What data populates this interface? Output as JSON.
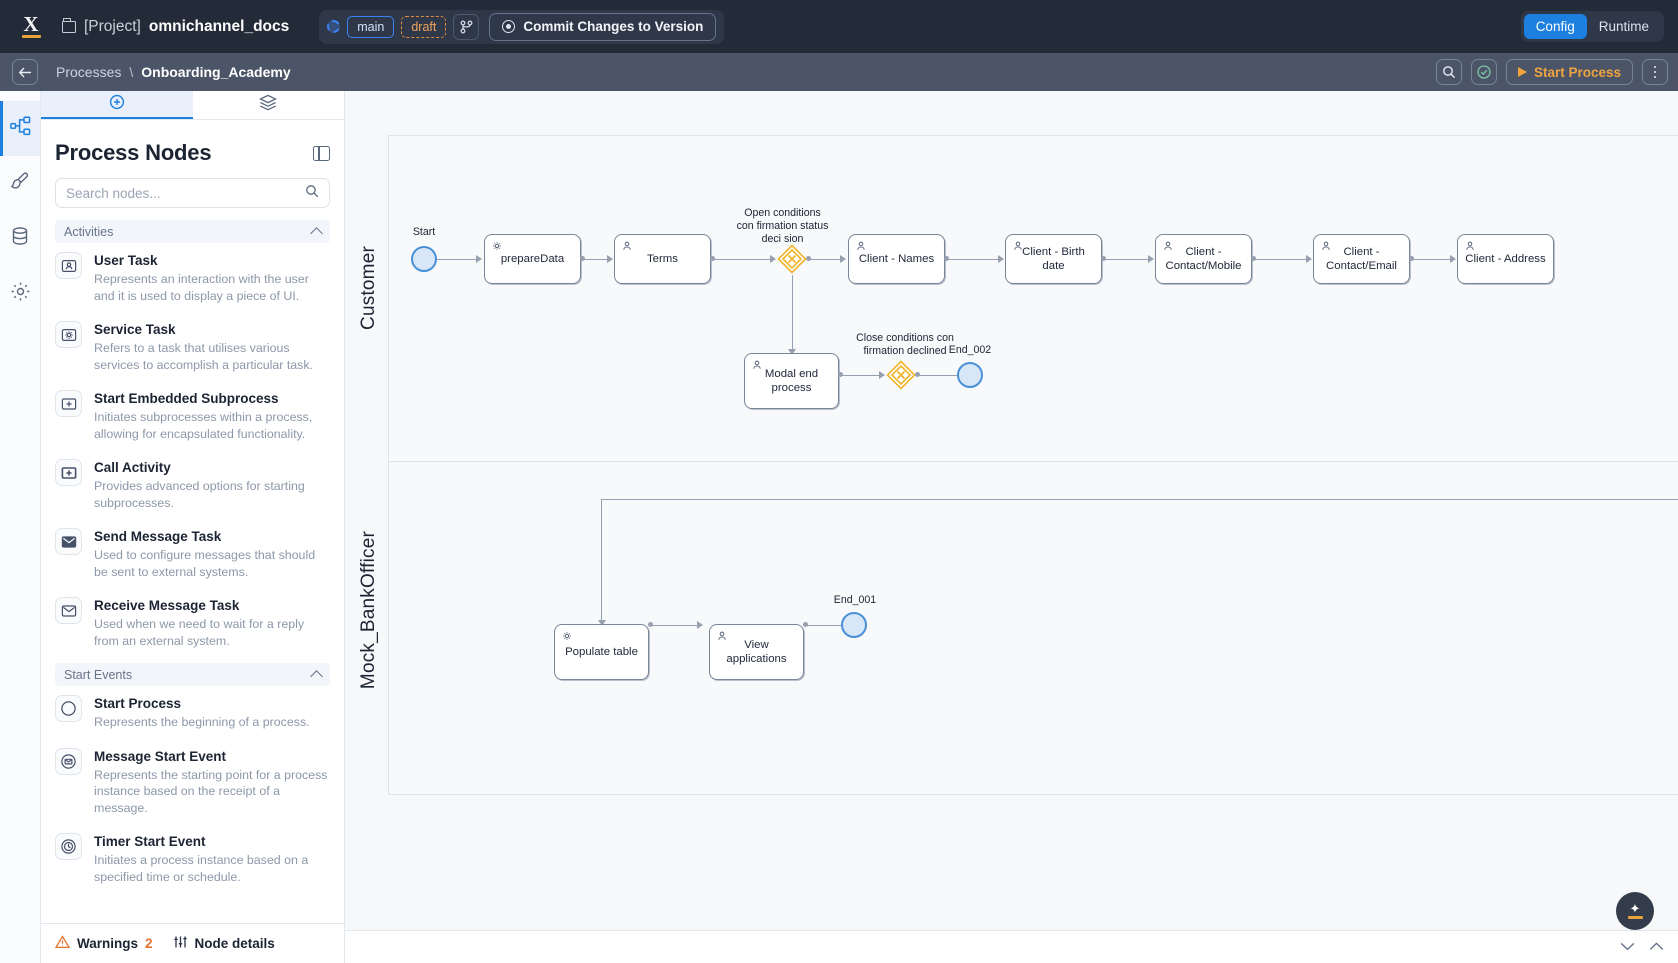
{
  "topbar": {
    "logo_letter": "X",
    "project_label": "[Project]",
    "project_name": "omnichannel_docs",
    "branch": "main",
    "state": "draft",
    "commit_label": "Commit Changes to Version",
    "mode_config": "Config",
    "mode_runtime": "Runtime",
    "accent_blue": "#1d7fe0",
    "accent_orange": "#e8a33d"
  },
  "breadcrumb": {
    "root": "Processes",
    "separator": "\\",
    "current": "Onboarding_Academy",
    "start_process": "Start Process"
  },
  "rail": {
    "items": [
      {
        "name": "process-tree-icon"
      },
      {
        "name": "brush-icon"
      },
      {
        "name": "database-icon"
      },
      {
        "name": "gear-icon"
      }
    ]
  },
  "panel": {
    "title": "Process Nodes",
    "search_placeholder": "Search nodes...",
    "search_value": "",
    "groups": [
      {
        "label": "Activities",
        "items": [
          {
            "icon": "user-task-icon",
            "title": "User Task",
            "desc": "Represents an interaction with the user and it is used to display a piece of UI."
          },
          {
            "icon": "service-task-icon",
            "title": "Service Task",
            "desc": "Refers to a task that utilises various services to accomplish a particular task."
          },
          {
            "icon": "subprocess-icon",
            "title": "Start Embedded Subprocess",
            "desc": "Initiates subprocesses within a process, allowing for encapsulated functionality."
          },
          {
            "icon": "call-activity-icon",
            "title": "Call Activity",
            "desc": "Provides advanced options for starting subprocesses."
          },
          {
            "icon": "send-message-icon",
            "title": "Send Message Task",
            "desc": "Used to configure messages that should be sent to external systems."
          },
          {
            "icon": "receive-message-icon",
            "title": "Receive Message Task",
            "desc": "Used when we need to wait for a reply from an external system."
          }
        ]
      },
      {
        "label": "Start Events",
        "items": [
          {
            "icon": "start-event-icon",
            "title": "Start Process",
            "desc": "Represents the beginning of a process."
          },
          {
            "icon": "message-start-icon",
            "title": "Message Start Event",
            "desc": "Represents the starting point for a process instance based on the receipt of a message."
          },
          {
            "icon": "timer-start-icon",
            "title": "Timer Start Event",
            "desc": "Initiates a process instance based on a specified time or schedule."
          }
        ]
      }
    ],
    "footer": {
      "warnings_label": "Warnings",
      "warnings_count": "2",
      "node_details_label": "Node details"
    }
  },
  "diagram": {
    "lanes": [
      {
        "name": "Customer"
      },
      {
        "name": "Mock_BankOfficer"
      }
    ],
    "labels": {
      "start": "Start",
      "gateway_open": "Open conditions con firmation status deci sion",
      "gateway_close": "Close conditions con firmation declined",
      "end_002": "End_002",
      "end_001": "End_001"
    },
    "nodes": [
      {
        "id": "prepareData",
        "label": "prepareData",
        "type": "service-task",
        "lane": "Customer"
      },
      {
        "id": "Terms",
        "label": "Terms",
        "type": "user-task",
        "lane": "Customer"
      },
      {
        "id": "ClientNames",
        "label": "Client - Names",
        "type": "user-task",
        "lane": "Customer"
      },
      {
        "id": "ClientBirth",
        "label": "Client - Birth date",
        "type": "user-task",
        "lane": "Customer"
      },
      {
        "id": "ClientMobile",
        "label": "Client - Contact/Mobile",
        "type": "user-task",
        "lane": "Customer"
      },
      {
        "id": "ClientEmail",
        "label": "Client - Contact/Email",
        "type": "user-task",
        "lane": "Customer"
      },
      {
        "id": "ClientAddress",
        "label": "Client - Address",
        "type": "user-task",
        "lane": "Customer"
      },
      {
        "id": "ModalEnd",
        "label": "Modal end process",
        "type": "user-task",
        "lane": "Customer"
      },
      {
        "id": "PopulateTable",
        "label": "Populate table",
        "type": "service-task",
        "lane": "Mock_BankOfficer"
      },
      {
        "id": "ViewApplications",
        "label": "View applications",
        "type": "user-task",
        "lane": "Mock_BankOfficer"
      }
    ],
    "colors": {
      "gateway": "#f0b429",
      "event_stroke": "#4a90d9",
      "event_fill": "#d7e7f7",
      "node_stroke": "#7b8599",
      "edge": "#97a0ae"
    }
  }
}
